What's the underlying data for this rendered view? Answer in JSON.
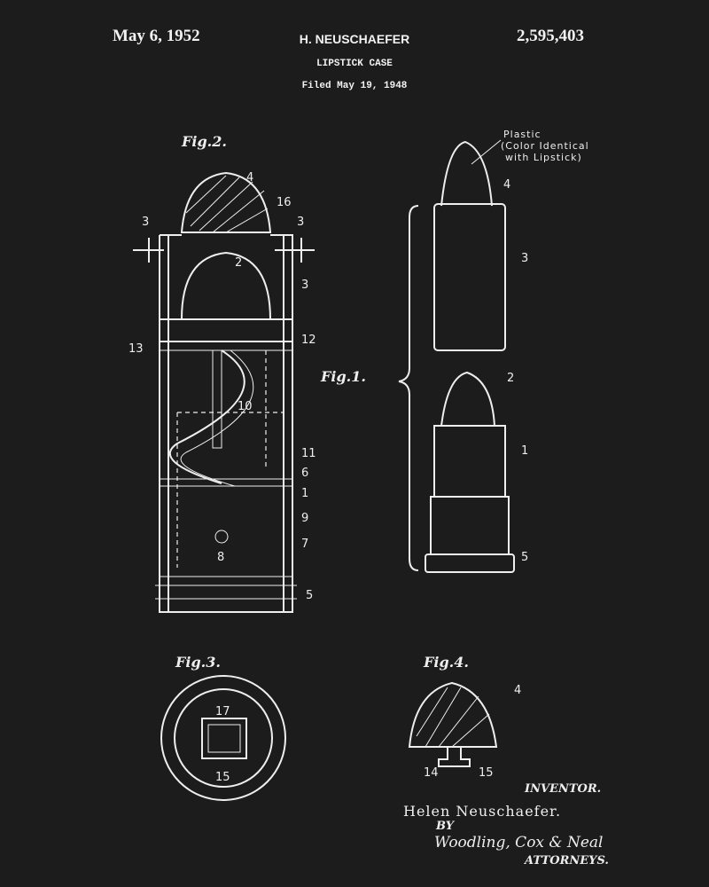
{
  "header": {
    "date": "May 6, 1952",
    "inventor_header": "H. NEUSCHAEFER",
    "patent_number": "2,595,403",
    "title": "LIPSTICK CASE",
    "filed": "Filed May 19, 1948"
  },
  "figures": {
    "fig1": "Fig.1.",
    "fig2": "Fig.2.",
    "fig3": "Fig.3.",
    "fig4": "Fig.4."
  },
  "note": {
    "line1": "Plastic",
    "line2": "(Color Identical",
    "line3": "with Lipstick)"
  },
  "fig2_labels": {
    "l4": "4",
    "l16": "16",
    "l3a": "3",
    "l3b": "3",
    "l3c": "3",
    "l2": "2",
    "l13": "13",
    "l12": "12",
    "l10": "10",
    "l11": "11",
    "l6": "6",
    "l1": "1",
    "l9": "9",
    "l7": "7",
    "l8": "8",
    "l5": "5"
  },
  "fig1_labels": {
    "l4": "4",
    "l3": "3",
    "l2": "2",
    "l1": "1",
    "l5": "5"
  },
  "fig3_labels": {
    "l17": "17",
    "l15": "15"
  },
  "fig4_labels": {
    "l4": "4",
    "l14": "14",
    "l15": "15"
  },
  "signature": {
    "inventor_label": "INVENTOR.",
    "inventor_name": "Helen Neuschaefer.",
    "by": "BY",
    "attorney_signature": "Woodling, Cox & Neal",
    "attorneys_label": "ATTORNEYS."
  },
  "colors": {
    "background": "#1c1c1c",
    "ink": "#eeeeee"
  }
}
